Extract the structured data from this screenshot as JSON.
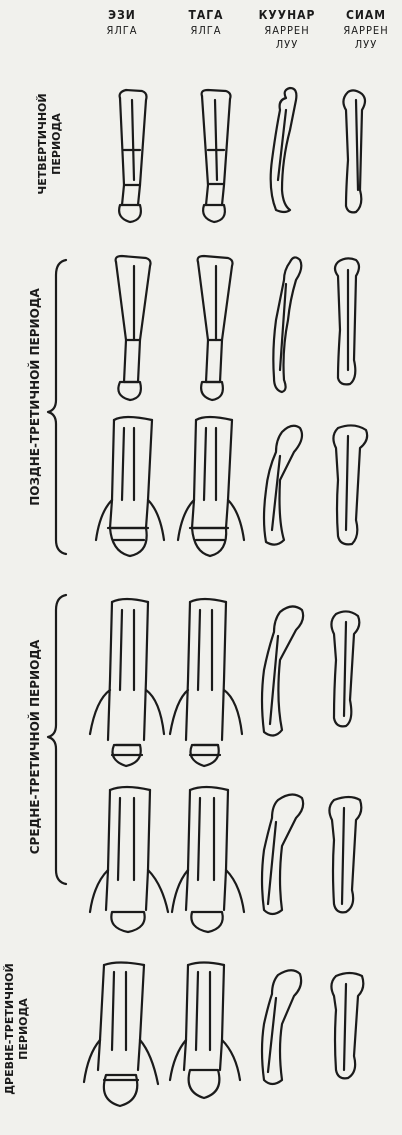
{
  "columns": [
    {
      "line1": "ЭЗИ",
      "line2": "ЯЛГА",
      "line3": ""
    },
    {
      "line1": "ТАГА",
      "line2": "ЯЛГА",
      "line3": ""
    },
    {
      "line1": "КУУНАР",
      "line2": "ЯАРРЕН",
      "line3": "ЛУУ"
    },
    {
      "line1": "СИАМ",
      "line2": "ЯАРРЕН",
      "line3": "ЛУУ"
    }
  ],
  "periods": [
    {
      "line1": "ЧЕТВЕРТИЧНОЙ",
      "line2": "ПЕРИОДА"
    },
    {
      "line1": "ПОЗДНЕ-ТРЕТИЧНОЙ ПЕРИОДА",
      "line2": ""
    },
    {
      "line1": "СРЕДНЕ-ТРЕТИЧНОЙ ПЕРИОДА",
      "line2": ""
    },
    {
      "line1": "ДРЕВНЕ-ТРЕТИЧНОЙ",
      "line2": "ПЕРИОДА"
    }
  ]
}
